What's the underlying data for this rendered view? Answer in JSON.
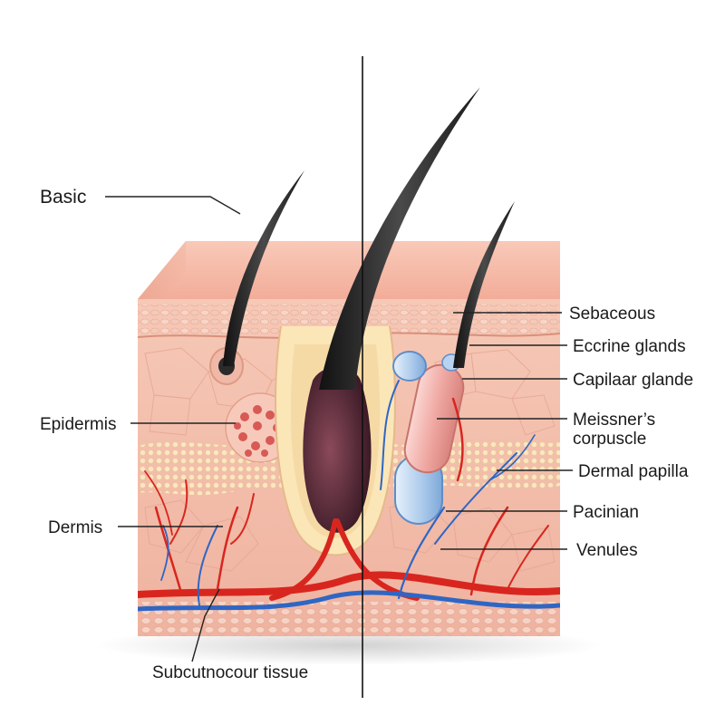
{
  "labels": {
    "basic": "Basic",
    "epidermis": "Epidermis",
    "dermis": "Dermis",
    "subcutaneous": "Subcutnocour tissue",
    "sebaceous": "Sebaceous",
    "eccrine": "Eccrine glands",
    "capilaar": "Capilaar glande",
    "meissner_line1": "Meissner’s",
    "meissner_line2": "corpuscle",
    "dermal_papilla": "Dermal papilla",
    "pacinian": "Pacinian",
    "venules": "Venules"
  },
  "colors": {
    "skin_top": "#f4b9a8",
    "epidermis_band": "#f0c2b2",
    "dermis": "#f5c6b6",
    "fat_band": "#f7e2b4",
    "artery": "#d8261f",
    "vein": "#2f66c4",
    "hair": "#2b2b2b",
    "hair_bulb": "#5a2a3a",
    "pacinian_blue": "#b9d4ef",
    "meissner_pink": "#efa9a6"
  }
}
